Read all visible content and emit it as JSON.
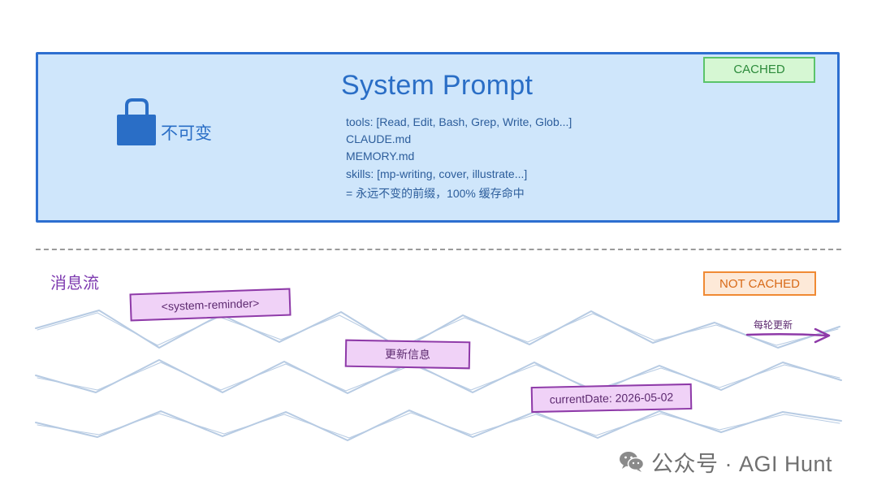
{
  "system_prompt": {
    "title": "System Prompt",
    "cached_badge": "CACHED",
    "immutable_label": "不可变",
    "lines": [
      "tools: [Read, Edit, Bash, Grep, Write, Glob...]",
      "CLAUDE.md",
      "MEMORY.md",
      "skills: [mp-writing, cover, illustrate...]",
      "= 永远不变的前缀，100% 缓存命中"
    ]
  },
  "message_stream": {
    "title": "消息流",
    "not_cached_badge": "NOT CACHED",
    "tags": {
      "reminder": "<system-reminder>",
      "update_info": "更新信息",
      "current_date": "currentDate: 2026-05-02"
    },
    "update_label": "每轮更新"
  },
  "watermark": {
    "text": "公众号 · AGI Hunt"
  },
  "colors": {
    "panel_fill": "#cfe6fb",
    "panel_border": "#2d6fd0",
    "cached_fill": "#d6f7d3",
    "cached_border": "#5bc46a",
    "not_cached_fill": "#fde9d8",
    "not_cached_border": "#f08a34",
    "tag_fill": "#f0d2f7",
    "tag_border": "#8e3aa8",
    "wave_stroke": "#b7cbe3"
  },
  "icons": {
    "lock": "lock-icon",
    "arrow": "arrow-right-icon",
    "wechat": "wechat-icon"
  }
}
